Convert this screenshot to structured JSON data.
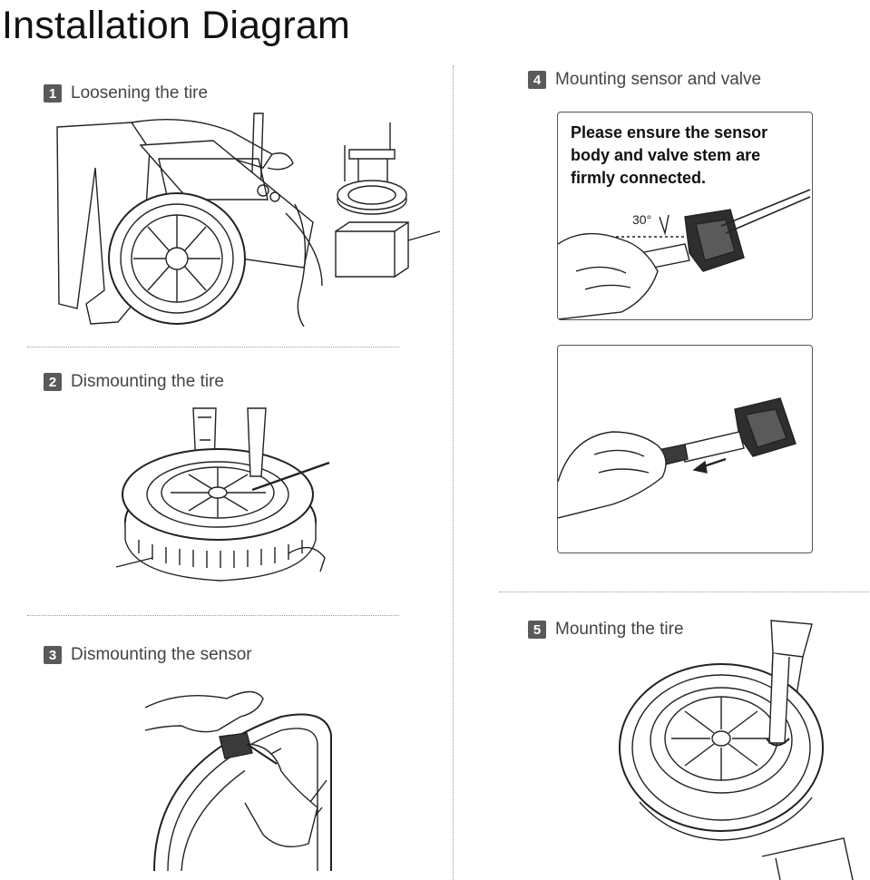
{
  "title": "Installation Diagram",
  "steps": [
    {
      "num": "1",
      "label": "Loosening the tire"
    },
    {
      "num": "2",
      "label": "Dismounting the tire"
    },
    {
      "num": "3",
      "label": "Dismounting the sensor"
    },
    {
      "num": "4",
      "label": "Mounting sensor and valve"
    },
    {
      "num": "5",
      "label": "Mounting the tire"
    }
  ],
  "sensor_note": {
    "lines": [
      "Please ensure the sensor",
      "body and valve stem are",
      "firmly connected."
    ],
    "angle_label": "30°"
  },
  "icons": [
    "tire-changer-machine",
    "tire",
    "pry-bar",
    "hand",
    "tpms-sensor",
    "valve-stem",
    "arrow-left-icon",
    "rim"
  ]
}
